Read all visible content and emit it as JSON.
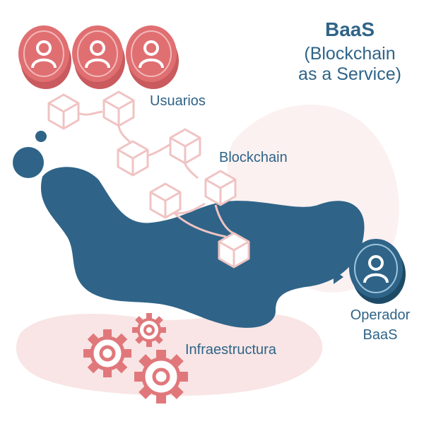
{
  "title": {
    "bold": "BaaS",
    "sub_line1": "(Blockchain",
    "sub_line2": "as a Service)"
  },
  "labels": {
    "users": "Usuarios",
    "blockchain": "Blockchain",
    "infrastructure": "Infraestructura",
    "operator_line1": "Operador",
    "operator_line2": "BaaS"
  },
  "colors": {
    "navy": "#2f6488",
    "navy_dark": "#1d4a66",
    "coral": "#e06f72",
    "coral_dark": "#c95a5e",
    "pink_light": "#f6e2e2",
    "cube_pink": "#f2c6c6"
  },
  "icons": [
    "user-icon",
    "cube-icon",
    "gear-icon",
    "double-arrow-icon"
  ]
}
